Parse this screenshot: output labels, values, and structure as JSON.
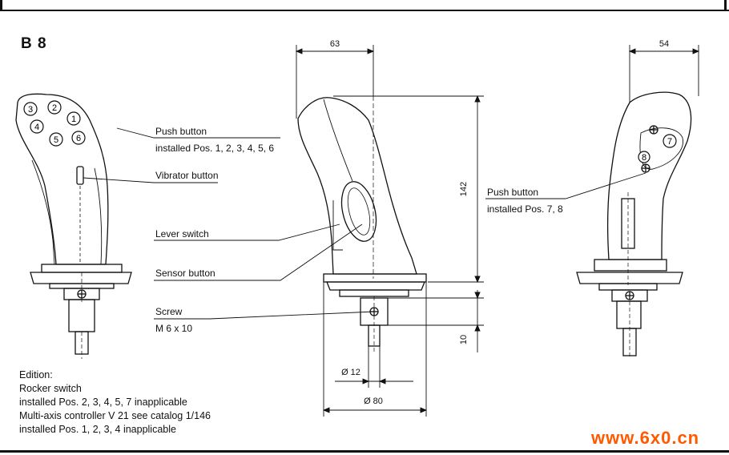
{
  "title": "B 8",
  "labels": {
    "push_button_1_line1": "Push button",
    "push_button_1_line2": "installed Pos. 1, 2, 3, 4, 5, 6",
    "vibrator_button": "Vibrator button",
    "lever_switch": "Lever switch",
    "sensor_button": "Sensor button",
    "screw_line1": "Screw",
    "screw_line2": "M 6 x 10",
    "push_button_2_line1": "Push button",
    "push_button_2_line2": "installed Pos. 7, 8"
  },
  "button_numbers": [
    "1",
    "2",
    "3",
    "4",
    "5",
    "6",
    "7",
    "8"
  ],
  "dimensions": {
    "width_front": "63",
    "width_side": "54",
    "height": "142",
    "shaft_len": "10",
    "dia_small": "Ø 12",
    "dia_large": "Ø 80"
  },
  "edition": {
    "line1": "Edition:",
    "line2": "Rocker switch",
    "line3": "installed Pos. 2, 3, 4, 5, 7 inapplicable",
    "line4": "Multi-axis controller V 21 see catalog 1/146",
    "line5": "installed Pos. 1, 2, 3, 4 inapplicable"
  },
  "watermark": "www.6x0.cn",
  "colors": {
    "line": "#111111",
    "watermark": "#ff5a00"
  }
}
